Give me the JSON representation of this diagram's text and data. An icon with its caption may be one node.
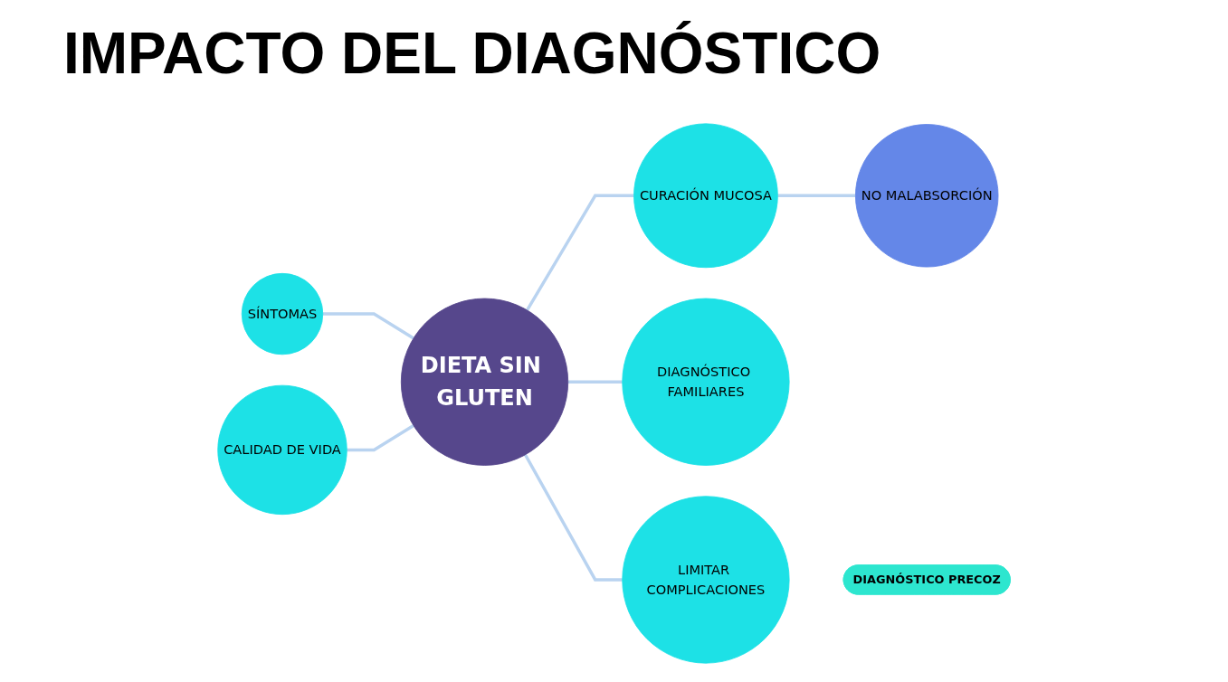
{
  "diagram": {
    "title": "IMPACTO DEL DIAGNÓSTICO",
    "nodes": [
      {
        "text": [
          "SÍNTOMAS"
        ]
      },
      {
        "text": [
          "CALIDAD DE VIDA"
        ]
      },
      {
        "text": [
          "DIETA SIN GLUTEN"
        ]
      },
      {
        "text": [
          "CURACIÓN MUCOSA"
        ]
      },
      {
        "text": [
          "NO MALABSORCIÓN"
        ]
      },
      {
        "text": [
          "DIAGNÓSTICO FAMILIARES"
        ]
      },
      {
        "text": [
          "LIMITAR COMPLICACIONES"
        ]
      },
      {
        "text": [
          "DIAGNÓSTICO PRECOZ"
        ]
      }
    ],
    "edges": [
      {
        "from": 0,
        "to": 2,
        "arrow": "none"
      },
      {
        "from": 1,
        "to": 2,
        "arrow": "none"
      },
      {
        "from": 2,
        "to": 3,
        "arrow": "none"
      },
      {
        "from": 3,
        "to": 4,
        "arrow": "none"
      },
      {
        "from": 2,
        "to": 5,
        "arrow": "none"
      },
      {
        "from": 2,
        "to": 6,
        "arrow": "none"
      }
    ]
  }
}
